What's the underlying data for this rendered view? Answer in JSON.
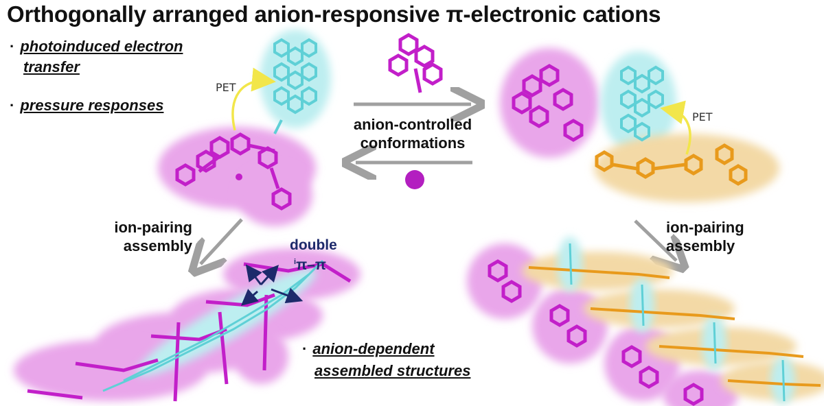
{
  "title": "Orthogonally arranged anion-responsive π-electronic cations",
  "bullets": {
    "pet_line1": "photoinduced electron",
    "pet_line2": "transfer",
    "pressure": "pressure responses",
    "anion_line1": "anion-dependent",
    "anion_line2": "assembled structures",
    "marker": "·"
  },
  "labels": {
    "pet_left": "PET",
    "pet_right": "PET",
    "center_line1": "anion-controlled",
    "center_line2": "conformations",
    "left_assembly_line1": "ion-pairing",
    "left_assembly_line2": "assembly",
    "right_assembly_line1": "ion-pairing",
    "right_assembly_line2": "assembly",
    "double_line1": "double",
    "double_sup": "i",
    "double_line2": "π–π"
  },
  "colors": {
    "magenta": "#c21fc9",
    "magenta_glow": "#e9a6ea",
    "cyan": "#5fd0d6",
    "cyan_glow": "#bdeef0",
    "orange": "#e89a1c",
    "orange_glow": "#f3d9a6",
    "arrow": "#a0a0a0",
    "pet_arrow": "#f2e64a",
    "navy": "#1d2a6b"
  }
}
